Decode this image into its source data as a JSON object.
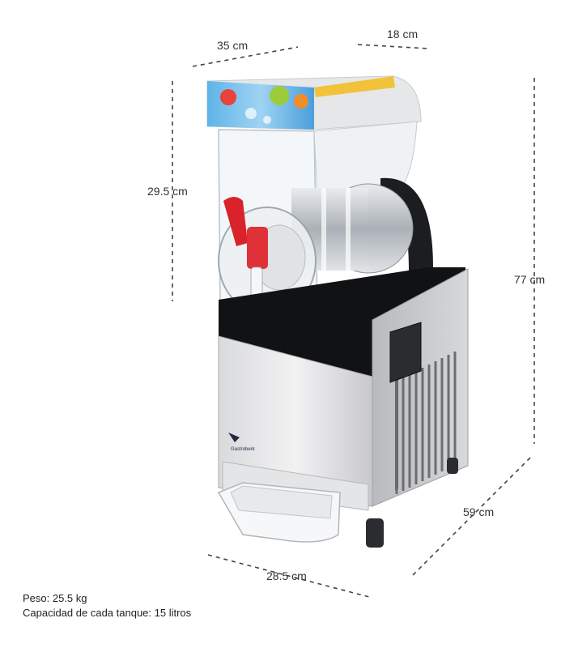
{
  "dimensions": {
    "width_top": "35 cm",
    "depth_top": "18 cm",
    "tank_height": "29.5 cm",
    "total_height": "77 cm",
    "depth_base": "59 cm",
    "width_base": "28.5 cm"
  },
  "specs": {
    "weight": "Peso: 25.5 kg",
    "capacity": "Capacidad de cada tanque: 15 litros"
  },
  "brand_mark": "Gastroberk"
}
